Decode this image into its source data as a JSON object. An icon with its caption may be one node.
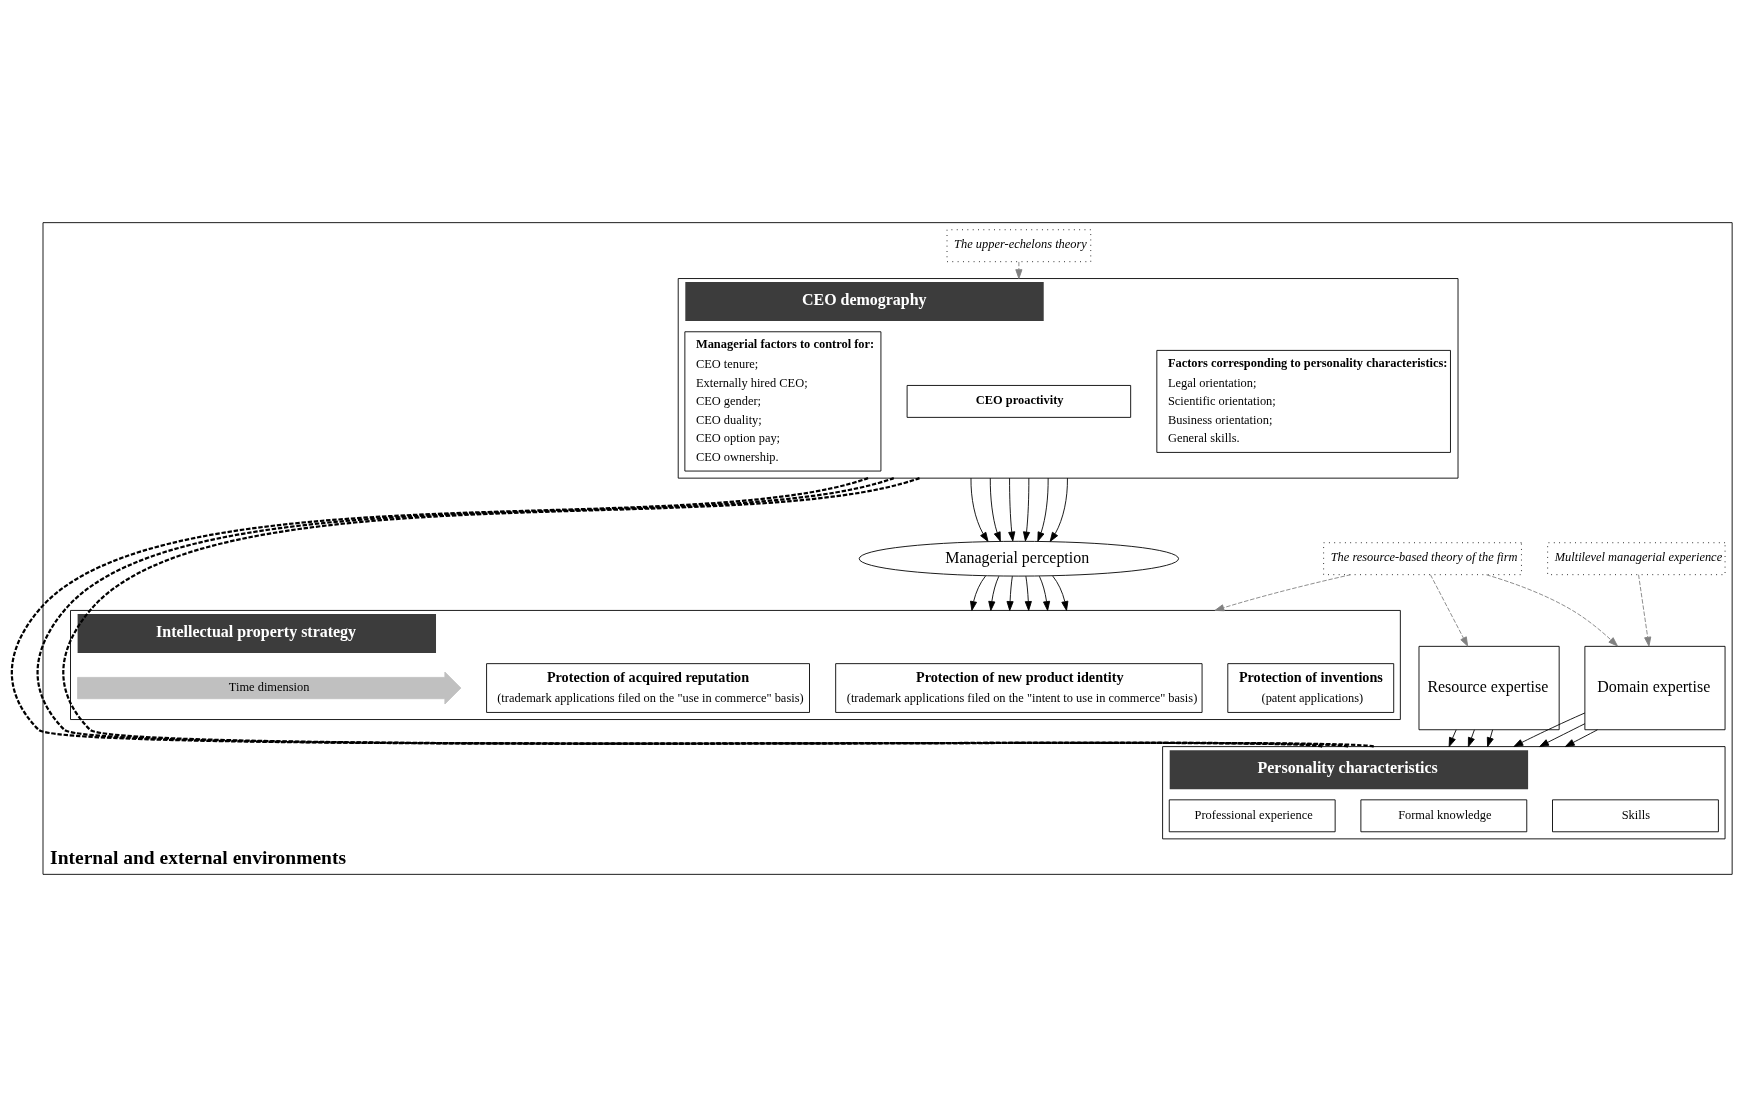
{
  "diagram": {
    "nodes": [
      {
        "text": [
          "Internal and external environments"
        ]
      },
      {
        "text": [
          "Personality characteristics"
        ],
        "in": 0
      },
      {
        "text": [
          "Skills"
        ],
        "in": 1
      },
      {
        "text": [
          "Formal knowledge"
        ],
        "in": 1
      },
      {
        "text": [
          "Professional experience"
        ],
        "in": 1
      },
      {
        "text": [
          "CEO demography"
        ],
        "in": 0
      },
      {
        "text": [
          "Factors corresponding to personality characteristics:",
          "Legal orientation;",
          "Scientific orientation;",
          "Business orientation;",
          "General skills."
        ],
        "in": 5
      },
      {
        "text": [
          "CEO proactivity"
        ],
        "in": 5
      },
      {
        "text": [
          "Managerial factors to control for:",
          "CEO tenure;",
          "Externally hired CEO;",
          "CEO gender;",
          "CEO duality;",
          "CEO option pay;",
          "CEO ownership."
        ],
        "in": 5
      },
      {
        "text": [
          "Resource expertise"
        ],
        "in": 0
      },
      {
        "text": [
          "Domain expertise"
        ],
        "in": 0
      },
      {
        "text": [
          "The resource-based theory of the firm"
        ],
        "in": 0
      },
      {
        "text": [
          "Multilevel managerial experience"
        ],
        "in": 0
      },
      {
        "text": [
          "The upper-echelons theory"
        ],
        "in": 0
      },
      {
        "text": [
          "Managerial perception"
        ],
        "in": 0
      },
      {
        "text": [
          "Intellectual property strategy"
        ],
        "in": 0
      },
      {
        "text": [
          "Protection of inventions",
          "(patent applications)"
        ],
        "in": 15
      },
      {
        "text": [
          "Protection of new product identity",
          "(trademark applications filed on the \"intent to use in commerce\" basis)"
        ],
        "in": 15
      },
      {
        "text": [
          "Protection of acquired reputation",
          "(trademark applications filed on the \"use in commerce\" basis)"
        ],
        "in": 15
      },
      {
        "text": [
          "Time dimension"
        ],
        "in": 15
      }
    ],
    "edges": [
      {
        "from": 1,
        "to": 5,
        "arrow": "none",
        "style": "dashed"
      },
      {
        "from": 1,
        "to": 5,
        "arrow": "none",
        "style": "dashed"
      },
      {
        "from": 1,
        "to": 5,
        "arrow": "none",
        "style": "dashed"
      },
      {
        "from": 9,
        "to": 1,
        "arrow": "to"
      },
      {
        "from": 9,
        "to": 1,
        "arrow": "to"
      },
      {
        "from": 9,
        "to": 1,
        "arrow": "to"
      },
      {
        "from": 10,
        "to": 1,
        "arrow": "to"
      },
      {
        "from": 10,
        "to": 1,
        "arrow": "to"
      },
      {
        "from": 10,
        "to": 1,
        "arrow": "to"
      },
      {
        "from": 11,
        "to": 9,
        "arrow": "to",
        "style": "dashed",
        "color": "#808080"
      },
      {
        "from": 11,
        "to": 10,
        "arrow": "to",
        "style": "dashed",
        "color": "#808080"
      },
      {
        "from": 12,
        "to": 10,
        "arrow": "to",
        "style": "dashed",
        "color": "#808080"
      },
      {
        "from": 13,
        "to": 5,
        "arrow": "to",
        "style": "dashed",
        "color": "#808080"
      },
      {
        "from": 11,
        "to": 15,
        "arrow": "to",
        "style": "dashed",
        "color": "#808080"
      },
      {
        "from": 5,
        "to": 14,
        "arrow": "to"
      },
      {
        "from": 5,
        "to": 14,
        "arrow": "to"
      },
      {
        "from": 5,
        "to": 14,
        "arrow": "to"
      },
      {
        "from": 5,
        "to": 14,
        "arrow": "to"
      },
      {
        "from": 5,
        "to": 14,
        "arrow": "to"
      },
      {
        "from": 5,
        "to": 14,
        "arrow": "to"
      },
      {
        "from": 14,
        "to": 15,
        "arrow": "to"
      },
      {
        "from": 14,
        "to": 15,
        "arrow": "to"
      },
      {
        "from": 14,
        "to": 15,
        "arrow": "to"
      },
      {
        "from": 14,
        "to": 15,
        "arrow": "to"
      },
      {
        "from": 14,
        "to": 15,
        "arrow": "to"
      },
      {
        "from": 14,
        "to": 15,
        "arrow": "to"
      }
    ]
  }
}
